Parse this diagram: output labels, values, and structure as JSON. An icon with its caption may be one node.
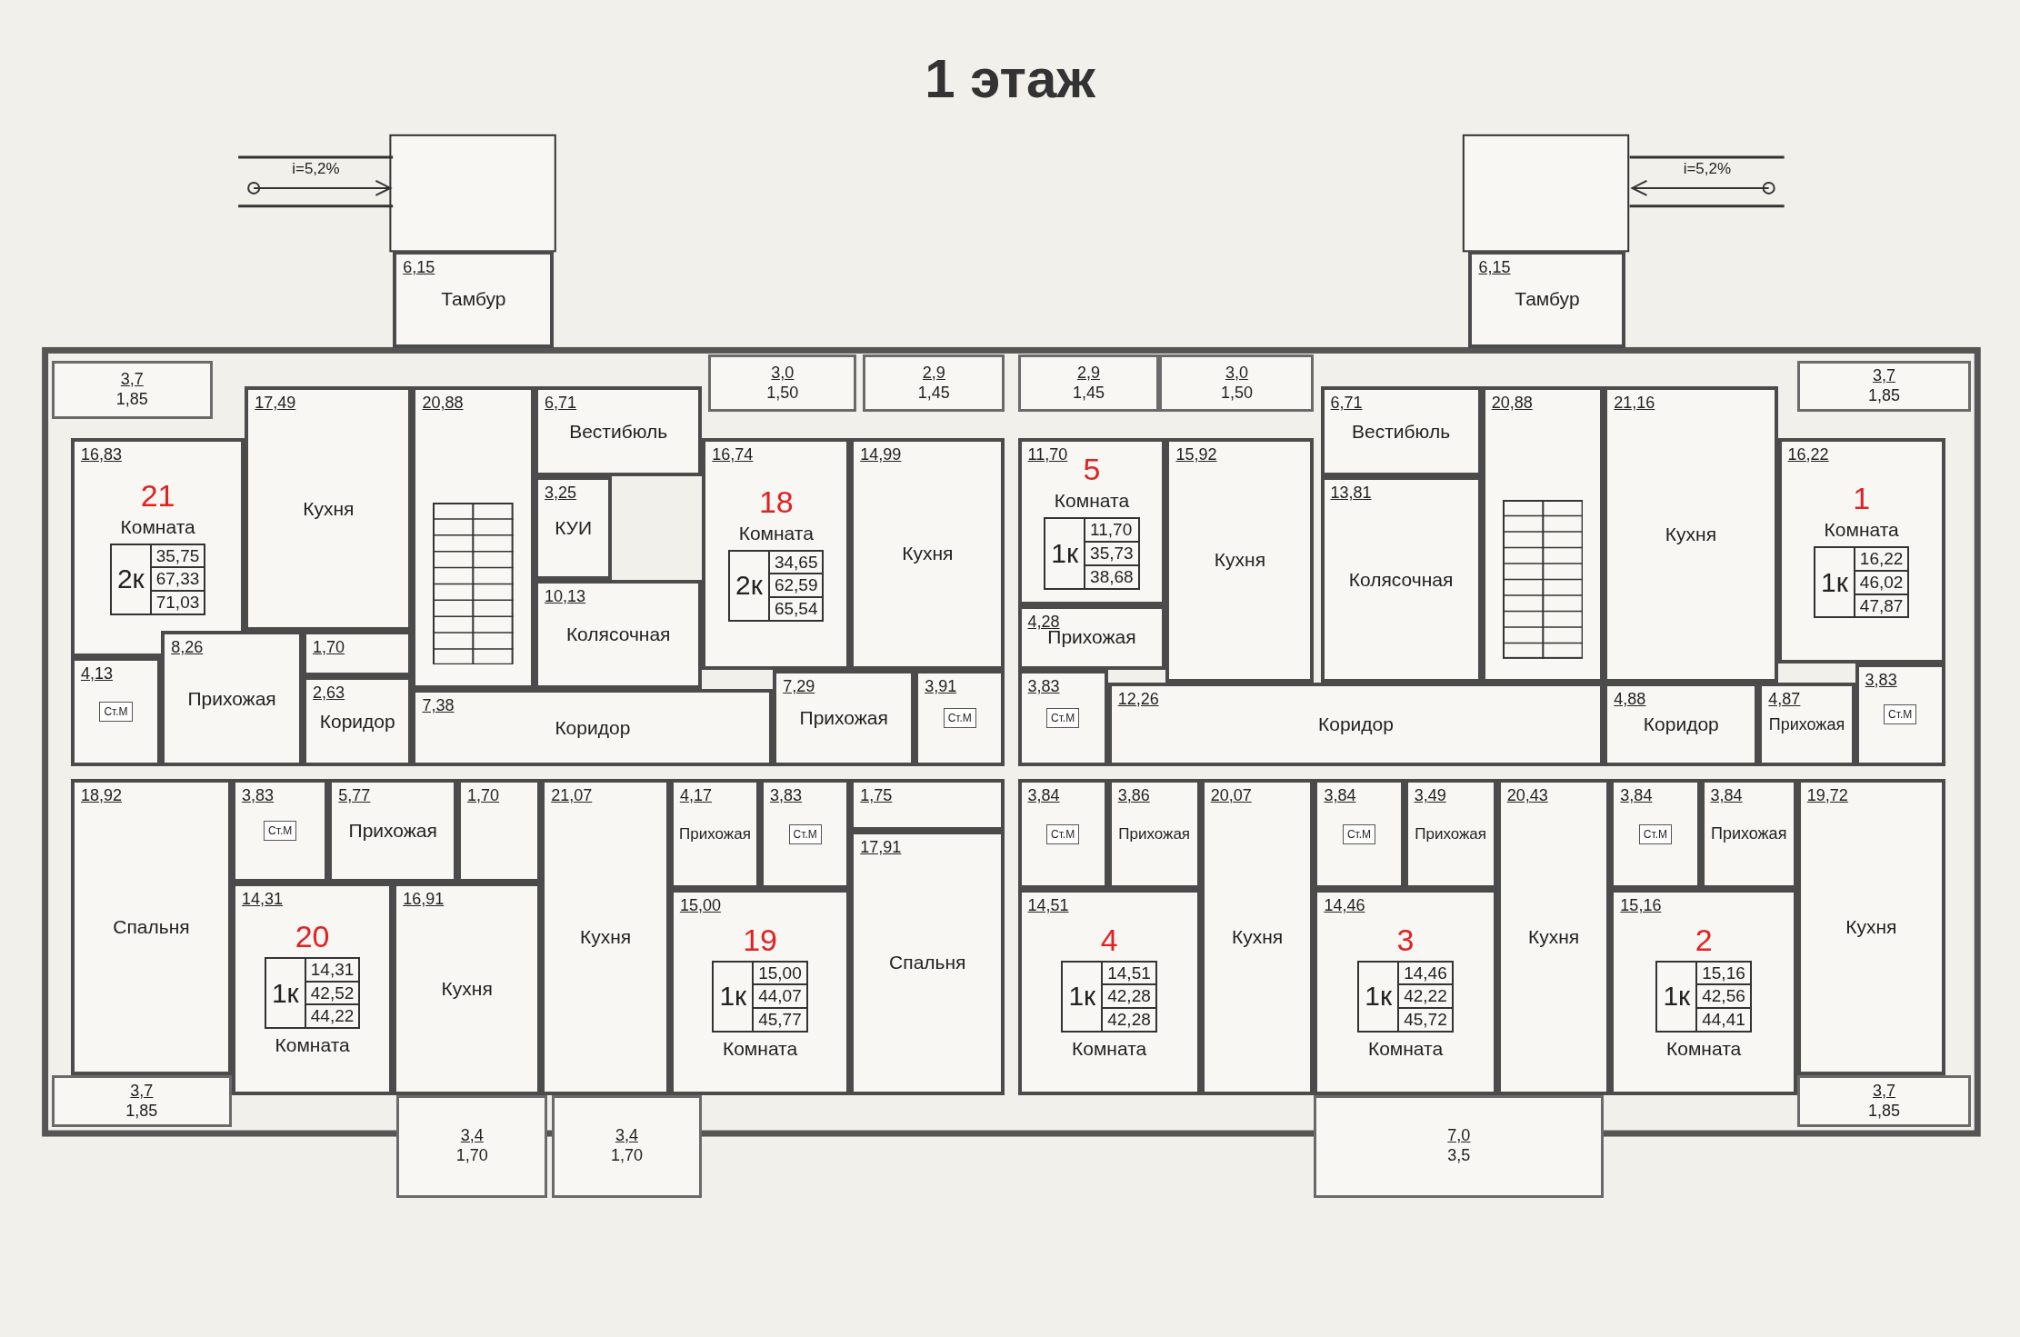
{
  "diagram": {
    "title": "1 этаж",
    "nodes": [
      {
        "text": [
          "6,15",
          "Тамбур"
        ]
      },
      {
        "text": [
          "3,7",
          "1,85"
        ]
      },
      {
        "text": [
          "16,83",
          "21",
          "Комната"
        ]
      },
      {
        "text": [
          "2к",
          "35,75",
          "67,33",
          "71,03"
        ],
        "in": 2
      },
      {
        "text": [
          "17,49",
          "Кухня"
        ]
      },
      {
        "text": [
          "20,88"
        ]
      },
      {
        "text": [
          "6,71",
          "Вестибюль"
        ]
      },
      {
        "text": [
          "3,25",
          "КУИ"
        ]
      },
      {
        "text": [
          "10,13",
          "Колясочная"
        ]
      },
      {
        "text": [
          "4,13"
        ]
      },
      {
        "text": [
          "Ст.М"
        ],
        "in": 9
      },
      {
        "text": [
          "8,26",
          "Прихожая"
        ]
      },
      {
        "text": [
          "1,70"
        ]
      },
      {
        "text": [
          "2,63",
          "Коридор"
        ]
      },
      {
        "text": [
          "7,38",
          "Коридор"
        ]
      },
      {
        "text": [
          "3,0",
          "1,50"
        ]
      },
      {
        "text": [
          "2,9",
          "1,45"
        ]
      },
      {
        "text": [
          "16,74",
          "18",
          "Комната"
        ]
      },
      {
        "text": [
          "2к",
          "34,65",
          "62,59",
          "65,54"
        ],
        "in": 17
      },
      {
        "text": [
          "14,99",
          "Кухня"
        ]
      },
      {
        "text": [
          "7,29",
          "Прихожая"
        ]
      },
      {
        "text": [
          "3,91"
        ]
      },
      {
        "text": [
          "Ст.М"
        ],
        "in": 21
      },
      {
        "text": [
          "2,9",
          "1,45"
        ]
      },
      {
        "text": [
          "3,0",
          "1,50"
        ]
      },
      {
        "text": [
          "11,70",
          "5",
          "Комната"
        ]
      },
      {
        "text": [
          "1к",
          "11,70",
          "35,73",
          "38,68"
        ],
        "in": 25
      },
      {
        "text": [
          "15,92",
          "Кухня"
        ]
      },
      {
        "text": [
          "4,28",
          "Прихожая"
        ]
      },
      {
        "text": [
          "3,83"
        ]
      },
      {
        "text": [
          "Ст.М"
        ],
        "in": 29
      },
      {
        "text": [
          "6,15",
          "Тамбур"
        ]
      },
      {
        "text": [
          "6,71",
          "Вестибюль"
        ]
      },
      {
        "text": [
          "13,81",
          "Колясочная"
        ]
      },
      {
        "text": [
          "20,88"
        ]
      },
      {
        "text": [
          "12,26",
          "Коридор"
        ]
      },
      {
        "text": [
          "21,16",
          "Кухня"
        ]
      },
      {
        "text": [
          "3,7",
          "1,85"
        ]
      },
      {
        "text": [
          "16,22",
          "1",
          "Комната"
        ]
      },
      {
        "text": [
          "1к",
          "16,22",
          "46,02",
          "47,87"
        ],
        "in": 38
      },
      {
        "text": [
          "4,88",
          "Коридор"
        ]
      },
      {
        "text": [
          "4,87",
          "Прихожая"
        ]
      },
      {
        "text": [
          "3,83"
        ]
      },
      {
        "text": [
          "Ст.М"
        ],
        "in": 42
      },
      {
        "text": [
          "18,92",
          "Спальня"
        ]
      },
      {
        "text": [
          "3,7",
          "1,85"
        ]
      },
      {
        "text": [
          "3,83"
        ]
      },
      {
        "text": [
          "Ст.М"
        ],
        "in": 46
      },
      {
        "text": [
          "5,77",
          "Прихожая"
        ]
      },
      {
        "text": [
          "1,70"
        ]
      },
      {
        "text": [
          "14,31",
          "20",
          "Комната"
        ]
      },
      {
        "text": [
          "1к",
          "14,31",
          "42,52",
          "44,22"
        ],
        "in": 50
      },
      {
        "text": [
          "16,91",
          "Кухня"
        ]
      },
      {
        "text": [
          "3,4",
          "1,70"
        ]
      },
      {
        "text": [
          "21,07",
          "Кухня"
        ]
      },
      {
        "text": [
          "4,17",
          "Прихожая"
        ]
      },
      {
        "text": [
          "3,83"
        ]
      },
      {
        "text": [
          "Ст.М"
        ],
        "in": 56
      },
      {
        "text": [
          "15,00",
          "19",
          "Комната"
        ]
      },
      {
        "text": [
          "1к",
          "15,00",
          "44,07",
          "45,77"
        ],
        "in": 58
      },
      {
        "text": [
          "3,4",
          "1,70"
        ]
      },
      {
        "text": [
          "1,75"
        ]
      },
      {
        "text": [
          "17,91",
          "Спальня"
        ]
      },
      {
        "text": [
          "3,84"
        ]
      },
      {
        "text": [
          "Ст.М"
        ],
        "in": 63
      },
      {
        "text": [
          "3,86",
          "Прихожая"
        ]
      },
      {
        "text": [
          "14,51",
          "4",
          "Комната"
        ]
      },
      {
        "text": [
          "1к",
          "14,51",
          "42,28",
          "42,28"
        ],
        "in": 66
      },
      {
        "text": [
          "20,07",
          "Кухня"
        ]
      },
      {
        "text": [
          "3,84"
        ]
      },
      {
        "text": [
          "Ст.М"
        ],
        "in": 69
      },
      {
        "text": [
          "3,49",
          "Прихожая"
        ]
      },
      {
        "text": [
          "14,46",
          "3",
          "Комната"
        ]
      },
      {
        "text": [
          "1к",
          "14,46",
          "42,22",
          "45,72"
        ],
        "in": 72
      },
      {
        "text": [
          "20,43",
          "Кухня"
        ]
      },
      {
        "text": [
          "7,0",
          "3,5"
        ]
      },
      {
        "text": [
          "3,84"
        ]
      },
      {
        "text": [
          "Ст.М"
        ],
        "in": 76
      },
      {
        "text": [
          "3,84",
          "Прихожая"
        ]
      },
      {
        "text": [
          "15,16",
          "2",
          "Комната"
        ]
      },
      {
        "text": [
          "1к",
          "15,16",
          "42,56",
          "44,41"
        ],
        "in": 79
      },
      {
        "text": [
          "19,72",
          "Кухня"
        ]
      },
      {
        "text": [
          "3,7",
          "1,85"
        ]
      }
    ],
    "labels": [
      "i=5,2%",
      "i=5,2%"
    ]
  }
}
